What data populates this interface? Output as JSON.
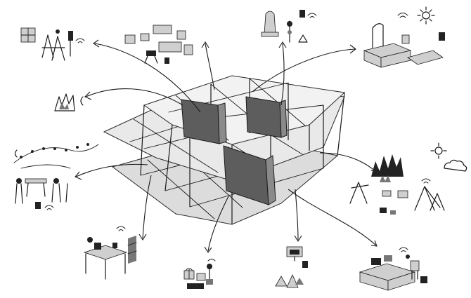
{
  "diagram": {
    "scenes": [
      {
        "id": "top-left",
        "icons": [
          "window-icon",
          "easel-icon",
          "lamp-icon",
          "chair-icon",
          "wifi-icon"
        ]
      },
      {
        "id": "top-center-left",
        "icons": [
          "box-icon",
          "crate-icon",
          "table-icon",
          "chair-icon"
        ]
      },
      {
        "id": "top-center-right",
        "icons": [
          "person-icon",
          "mug-icon",
          "wifi-icon",
          "tree-icon"
        ]
      },
      {
        "id": "top-right",
        "icons": [
          "wifi-icon",
          "sun-icon",
          "bench-icon",
          "lamp-icon",
          "chair-icon"
        ]
      },
      {
        "id": "left-upper",
        "icons": [
          "plant-icon",
          "cloud-icon"
        ]
      },
      {
        "id": "left-middle",
        "icons": [
          "string-lights-icon",
          "table-icon",
          "people-icon",
          "wifi-icon"
        ]
      },
      {
        "id": "right-middle",
        "icons": [
          "sun-icon",
          "cloud-icon",
          "crowd-icon",
          "tent-icon",
          "wifi-icon"
        ]
      },
      {
        "id": "bottom-left",
        "icons": [
          "desk-icon",
          "chair-icon",
          "wifi-icon",
          "bookshelf-icon"
        ]
      },
      {
        "id": "bottom-center-left",
        "icons": [
          "gift-icon",
          "plant-icon"
        ]
      },
      {
        "id": "bottom-center-right",
        "icons": [
          "screen-icon",
          "plant-icon"
        ]
      },
      {
        "id": "bottom-right",
        "icons": [
          "sofa-icon",
          "laptop-icon",
          "wifi-icon",
          "chair-icon"
        ]
      }
    ],
    "structure": {
      "levels": 2,
      "walls": 3
    },
    "colors": {
      "ink": "#1a1a1a",
      "wall": "#5d5d5d",
      "plane": "#e9e9e9"
    }
  }
}
